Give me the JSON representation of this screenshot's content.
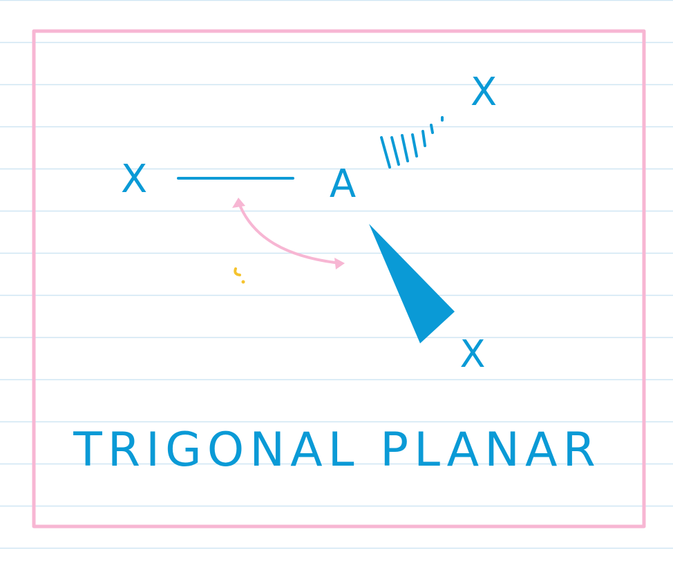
{
  "colors": {
    "background": "#ffffff",
    "ruled_line": "#cfe6f3",
    "frame": "#f7b6d3",
    "ink": "#0a9ad6",
    "arrow": "#f7b6d3",
    "speck": "#f5c32e"
  },
  "diagram": {
    "atom_left": "X",
    "atom_center": "A",
    "atom_top_right": "X",
    "atom_bottom_right": "X",
    "caption": "TRIGONAL PLANAR"
  }
}
